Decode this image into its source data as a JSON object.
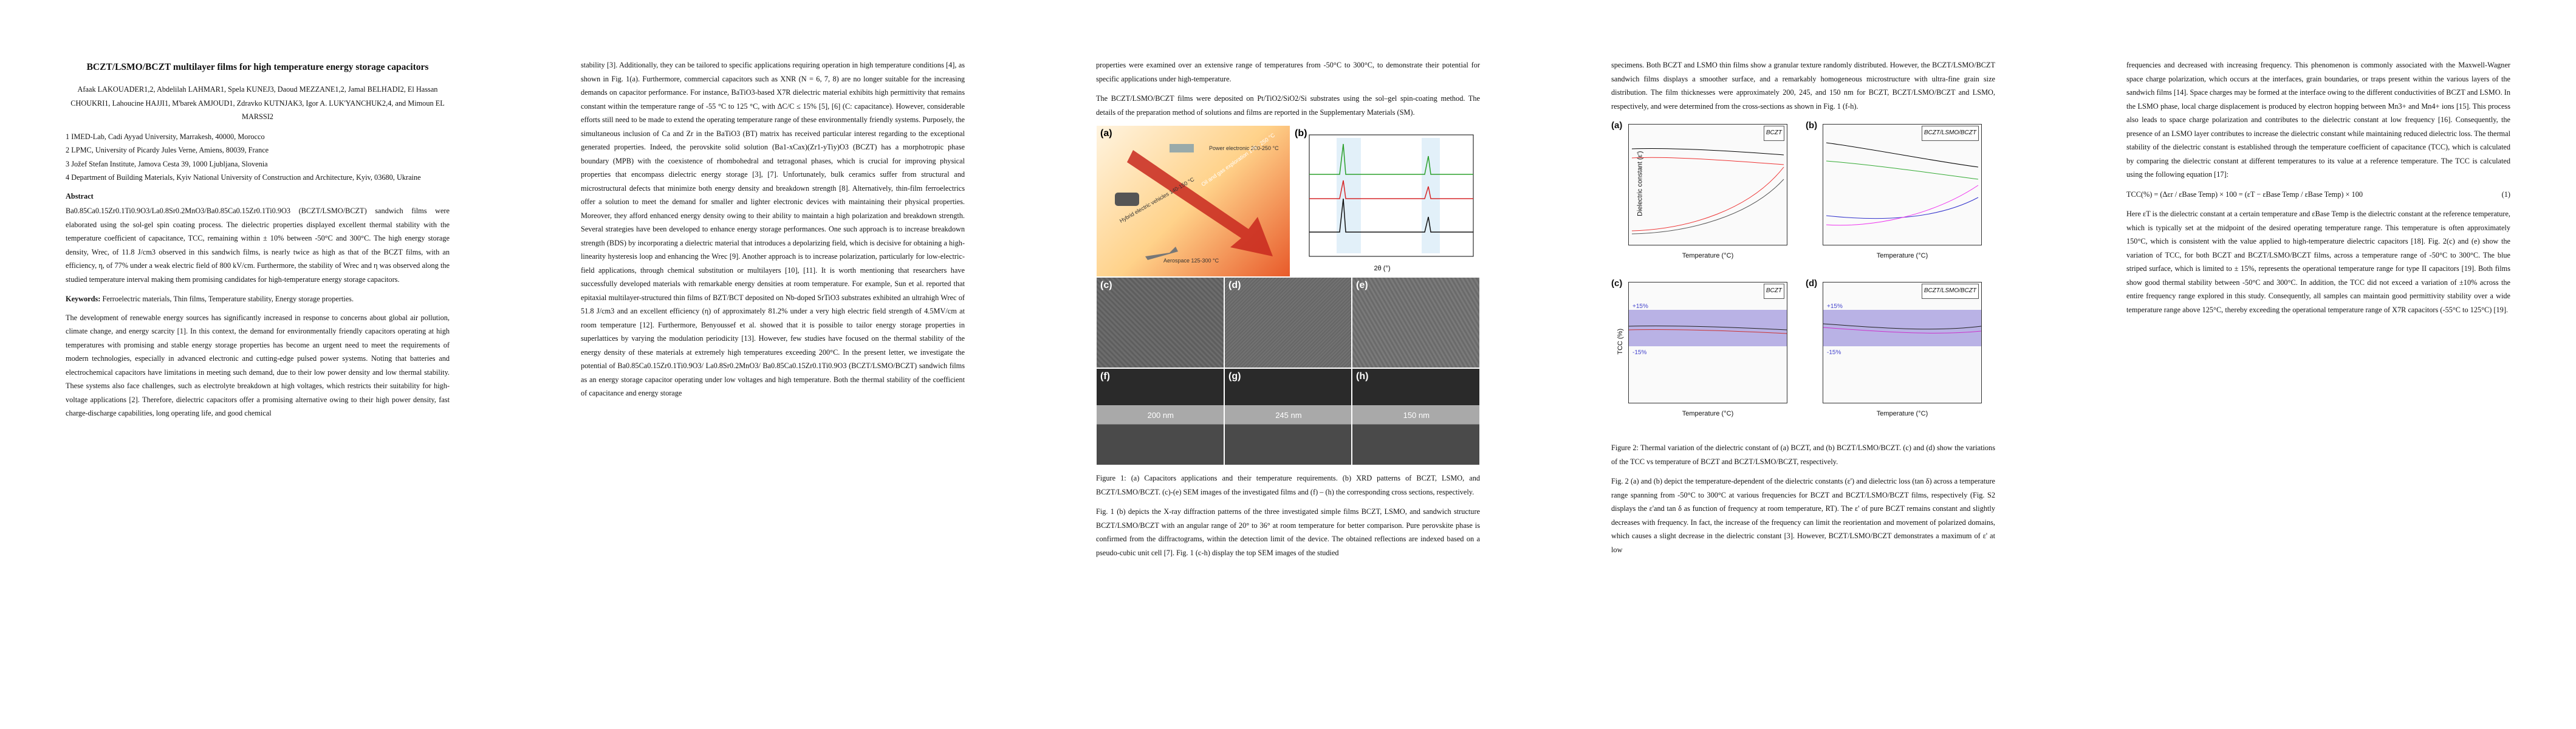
{
  "page1": {
    "title": "BCZT/LSMO/BCZT multilayer films for high temperature energy storage capacitors",
    "authors": "Afaak LAKOUADER1,2, Abdelilah LAHMAR1, Spela KUNEJ3, Daoud MEZZANE1,2, Jamal BELHADI2, El Hassan CHOUKRI1, Lahoucine HAJJI1, M'barek AMJOUD1, Zdravko KUTNJAK3, Igor A. LUK'YANCHUK2,4, and Mimoun EL MARSSI2",
    "affiliations": [
      "1 IMED-Lab, Cadi Ayyad University, Marrakesh, 40000, Morocco",
      "2 LPMC, University of Picardy Jules Verne, Amiens, 80039, France",
      "3 Jožef Stefan Institute, Jamova Cesta 39, 1000 Ljubljana, Slovenia",
      "4 Department of Building Materials, Kyiv National University of Construction and Architecture, Kyiv, 03680, Ukraine"
    ],
    "abstract_heading": "Abstract",
    "abstract": "Ba0.85Ca0.15Zr0.1Ti0.9O3/La0.8Sr0.2MnO3/Ba0.85Ca0.15Zr0.1Ti0.9O3 (BCZT/LSMO/BCZT) sandwich films were elaborated using the sol-gel spin coating process. The dielectric properties displayed excellent thermal stability with the temperature coefficient of capacitance, TCC, remaining within ± 10% between -50°C and 300°C. The high energy storage density, Wrec, of 11.8 J/cm3 observed in this sandwich films, is nearly twice as high as that of the BCZT films, with an efficiency, η, of 77% under a weak electric field of 800 kV/cm. Furthermore, the stability of Wrec and η was observed along the studied temperature interval making them promising candidates for high-temperature energy storage capacitors.",
    "keywords_label": "Keywords:",
    "keywords": "Ferroelectric materials, Thin films, Temperature stability, Energy storage properties.",
    "intro": "The development of renewable energy sources has significantly increased in response to concerns about global air pollution, climate change, and energy scarcity [1]. In this context, the demand for environmentally friendly capacitors operating at high temperatures with promising and stable energy storage properties has become an urgent need to meet the requirements of modern technologies, especially in advanced electronic and cutting-edge pulsed power systems. Noting that batteries and electrochemical capacitors have limitations in meeting such demand, due to their low power density and low thermal stability. These systems also face challenges, such as electrolyte breakdown at high voltages, which restricts their suitability for high-voltage applications [2]. Therefore, dielectric capacitors offer a promising alternative owing to their high power density, fast charge-discharge capabilities, long operating life, and good chemical"
  },
  "page2": {
    "p1": "stability [3]. Additionally, they can be tailored to specific applications requiring operation in high temperature conditions [4], as shown in Fig. 1(a). Furthermore, commercial capacitors such as XNR (N = 6, 7, 8) are no longer suitable for the increasing demands on capacitor performance. For instance, BaTiO3-based X7R dielectric material exhibits high permittivity that remains constant within the temperature range of -55 °C to 125 °C, with ΔC/C ≤ 15% [5], [6] (C: capacitance). However, considerable efforts still need to be made to extend the operating temperature range of these environmentally friendly systems. Purposely, the simultaneous inclusion of Ca and Zr in the BaTiO3 (BT) matrix has received particular interest regarding to the exceptional generated properties. Indeed, the perovskite solid solution (Ba1-xCax)(Zr1-yTiy)O3 (BCZT) has a morphotropic phase boundary (MPB) with the coexistence of rhombohedral and tetragonal phases, which is crucial for improving physical properties that encompass dielectric energy storage [3], [7]. Unfortunately, bulk ceramics suffer from structural and microstructural defects that minimize both energy density and breakdown strength [8]. Alternatively, thin-film ferroelectrics offer a solution to meet the demand for smaller and lighter electronic devices with maintaining their physical properties. Moreover, they afford enhanced energy density owing to their ability to maintain a high polarization and breakdown strength. Several strategies have been developed to enhance energy storage performances. One such approach is to increase breakdown strength (BDS) by incorporating a dielectric material that introduces a depolarizing field, which is decisive for obtaining a high-linearity hysteresis loop and enhancing the Wrec [9]. Another approach is to increase polarization, particularly for low-electric-field applications, through chemical substitution or multilayers [10], [11]. It is worth mentioning that researchers have successfully developed materials with remarkable energy densities at room temperature. For example, Sun et al. reported that epitaxial multilayer-structured thin films of BZT/BCT deposited on Nb-doped SrTiO3 substrates exhibited an ultrahigh Wrec of 51.8 J/cm3 and an excellent efficiency (η) of approximately 81.2% under a very high electric field strength of 4.5MV/cm at room temperature [12]. Furthermore, Benyoussef et al. showed that it is possible to tailor energy storage properties in superlattices by varying the modulation periodicity [13]. However, few studies have focused on the thermal stability of the energy density of these materials at extremely high temperatures exceeding 200°C. In the present letter, we investigate the potential of Ba0.85Ca0.15Zr0.1Ti0.9O3/ La0.8Sr0.2MnO3/ Ba0.85Ca0.15Zr0.1Ti0.9O3 (BCZT/LSMO/BCZT) sandwich films as an energy storage capacitor operating under low voltages and high temperature. Both the thermal stability of the coefficient of capacitance and energy storage"
  },
  "page3": {
    "p1": "properties were examined over an extensive range of temperatures from -50°C to 300°C, to demonstrate their potential for specific applications under high-temperature.",
    "p2": "The BCZT/LSMO/BCZT films were deposited on Pt/TiO2/SiO2/Si substrates using the sol–gel spin-coating method. The details of the preparation method of solutions and films are reported in the Supplementary Materials (SM).",
    "fig1": {
      "panel_labels": [
        "(a)",
        "(b)",
        "(c)",
        "(d)",
        "(e)",
        "(f)",
        "(g)",
        "(h)"
      ],
      "panel_a_labels": [
        "Power electronic 200-250 °C",
        "Oil and gas exploration 175 - 250 °C",
        "Hybrid electric vehicles 140-150 °C",
        "Aerospace 125-300 °C"
      ],
      "thickness_f": "200 nm",
      "thickness_g": "245 nm",
      "thickness_h": "150 nm"
    },
    "caption": "Figure 1: (a) Capacitors applications and their temperature requirements. (b) XRD patterns of BCZT, LSMO, and BCZT/LSMO/BCZT. (c)-(e) SEM images of the investigated films and (f) – (h) the corresponding cross sections, respectively.",
    "p3": "Fig. 1 (b) depicts the X-ray diffraction patterns of the three investigated simple films BCZT, LSMO, and sandwich structure BCZT/LSMO/BCZT with an angular range of 20° to 36° at room temperature for better comparison. Pure perovskite phase is confirmed from the diffractograms, within the detection limit of the device. The obtained reflections are indexed based on a pseudo-cubic unit cell [7]. Fig. 1 (c-h) display the top SEM images of the studied"
  },
  "page4": {
    "p1": "specimens. Both BCZT and LSMO thin films show a granular texture randomly distributed. However, the BCZT/LSMO/BCZT sandwich films displays a smoother surface, and a remarkably homogeneous microstructure with ultra-fine grain size distribution. The film thicknesses were approximately 200, 245, and 150 nm for BCZT, BCZT/LSMO/BCZT and LSMO, respectively, and were determined from the cross-sections as shown in Fig. 1 (f-h).",
    "fig2": {
      "labels": [
        "(a)",
        "(b)",
        "(c)",
        "(d)"
      ],
      "tags": [
        "BCZT",
        "BCZT/LSMO/BCZT",
        "BCZT",
        "BCZT/LSMO/BCZT"
      ],
      "xlabel": "Temperature (°C)",
      "ylabel_ab": "Dielectric constant (ε')",
      "ylabel_cd": "TCC (%)",
      "band_text": [
        "+15%",
        "-15%"
      ]
    },
    "caption": "Figure 2: Thermal variation of the dielectric constant of (a) BCZT, and (b) BCZT/LSMO/BCZT. (c) and (d) show the variations of the TCC vs temperature of BCZT and BCZT/LSMO/BCZT, respectively.",
    "p2": "Fig. 2 (a) and (b) depict the temperature-dependent of the dielectric constants (ε') and dielectric loss (tan δ) across a temperature range spanning from -50°C to 300°C at various frequencies for BCZT and BCZT/LSMO/BCZT films, respectively (Fig. S2 displays the ε'and tan δ as function of frequency at room temperature, RT). The ε' of pure BCZT remains constant and slightly decreases with frequency. In fact, the increase of the frequency can limit the reorientation and movement of polarized domains, which causes a slight decrease in the dielectric constant [3]. However, BCZT/LSMO/BCZT demonstrates a maximum of ε' at low"
  },
  "page5": {
    "p1": "frequencies and decreased with increasing frequency. This phenomenon is commonly associated with the Maxwell-Wagner space charge polarization, which occurs at the interfaces, grain boundaries, or traps present within the various layers of the sandwich films [14]. Space charges may be formed at the interface owing to the different conductivities of BCZT and LSMO. In the LSMO phase, local charge displacement is produced by electron hopping between Mn3+ and Mn4+ ions [15]. This process also leads to space charge polarization and contributes to the dielectric constant at low frequency [16]. Consequently, the presence of an LSMO layer contributes to increase the dielectric constant while maintaining reduced dielectric loss. The thermal stability of the dielectric constant is established through the temperature coefficient of capacitance (TCC), which is calculated by comparing the dielectric constant at different temperatures to its value at a reference temperature. The TCC is calculated using the following equation [17]:",
    "equation": "TCC(%) = (Δεr / εBase Temp) × 100 = (εT − εBase Temp / εBase Temp) × 100",
    "eq_number": "(1)",
    "p2": "Here εT is the dielectric constant at a certain temperature and εBase Temp is the dielectric constant at the reference temperature, which is typically set at the midpoint of the desired operating temperature range. This temperature is often approximately 150°C, which is consistent with the value applied to high-temperature dielectric capacitors [18]. Fig. 2(c) and (e) show the variation of TCC, for both BCZT and BCZT/LSMO/BCZT films, across a temperature range of -50°C to 300°C. The blue striped surface, which is limited to ± 15%, represents the operational temperature range for type II capacitors [19]. Both films show good thermal stability between -50°C and 300°C. In addition, the TCC did not exceed a variation of ±10% across the entire frequency range explored in this study. Consequently, all samples can maintain good permittivity stability over a wide temperature range above 125°C, thereby exceeding the operational temperature range of X7R capacitors (-55°C to 125°C) [19]."
  }
}
